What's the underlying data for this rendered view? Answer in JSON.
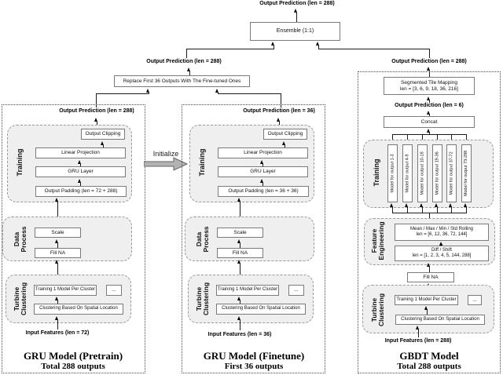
{
  "top": {
    "final_output_label": "Output Prediction (len = 288)",
    "ensemble_label": "Ensemble (1:1)",
    "merged_output_label": "Output Prediction (len = 288)",
    "replace_label": "Replace First 36 Outputs With The Fine-tuned Ones"
  },
  "initialize": {
    "label": "Initialize"
  },
  "pretrain": {
    "output_label": "Output Prediction (len = 288)",
    "training": {
      "label": "Training",
      "clipping": "Output Clipping",
      "linear": "Linear Projection",
      "gru": "GRU Layer",
      "padding": "Output Padding (len = 72 + 288)"
    },
    "data_process": {
      "label": "Data\nProcess",
      "scale": "Scale",
      "fillna": "Fill NA"
    },
    "turbine": {
      "label": "Turbine\nClustering",
      "train1": "Training 1 Model Per Cluster",
      "dots": "...",
      "cluster": "Clustering Based On Spatial Location"
    },
    "input_label": "Input Features (len = 72)",
    "title": "GRU Model (Pretrain)",
    "subtitle": "Total 288 outputs"
  },
  "finetune": {
    "output_label": "Output Prediction (len = 36)",
    "training": {
      "label": "Training",
      "clipping": "Output Clipping",
      "linear": "Linear Projection",
      "gru": "GRU Layer",
      "padding": "Output Padding (len = 36 + 36)"
    },
    "data_process": {
      "label": "Data\nProcess",
      "scale": "Scale",
      "fillna": "Fill NA"
    },
    "turbine": {
      "label": "Turbine\nClustering",
      "train1": "Training 1 Model Per Cluster",
      "dots": "...",
      "cluster": "Clustering Based On Spatial Location"
    },
    "input_label": "Input Features (len = 36)",
    "title": "GRU Model (Finetune)",
    "subtitle": "First 36 outputs"
  },
  "gbdt": {
    "output_label": "Output Prediction (len = 288)",
    "segmap": "Segmented Tile Mapping\nlen = [3, 6, 9, 18, 36, 216]",
    "output6_label": "Output Prediction (len = 6)",
    "concat": "Concat",
    "training": {
      "label": "Training",
      "models": [
        "Model for output 1-3",
        "Model for output 4-9",
        "Model for output 10-18",
        "Model for output 19-36",
        "Model for output 37-72",
        "Model for output 73-288"
      ]
    },
    "feature_engineering": {
      "label": "Feature\nEngineering",
      "rolling": "Mean / Max / Min / Std Rolling\nlen = [6, 12, 36, 72, 144]",
      "diff": "Diff / Shift\nlen = [1, 2, 3, 4, 5, 144, 288]"
    },
    "fillna": "Fill NA",
    "turbine": {
      "label": "Turbine\nClustering",
      "train1": "Training 1 Model Per Cluster",
      "dots": "...",
      "cluster": "Clustering Based On Spatial Location"
    },
    "input_label": "Input Features (len = 288)",
    "title": "GBDT Model",
    "subtitle": "Total 288 outputs"
  }
}
